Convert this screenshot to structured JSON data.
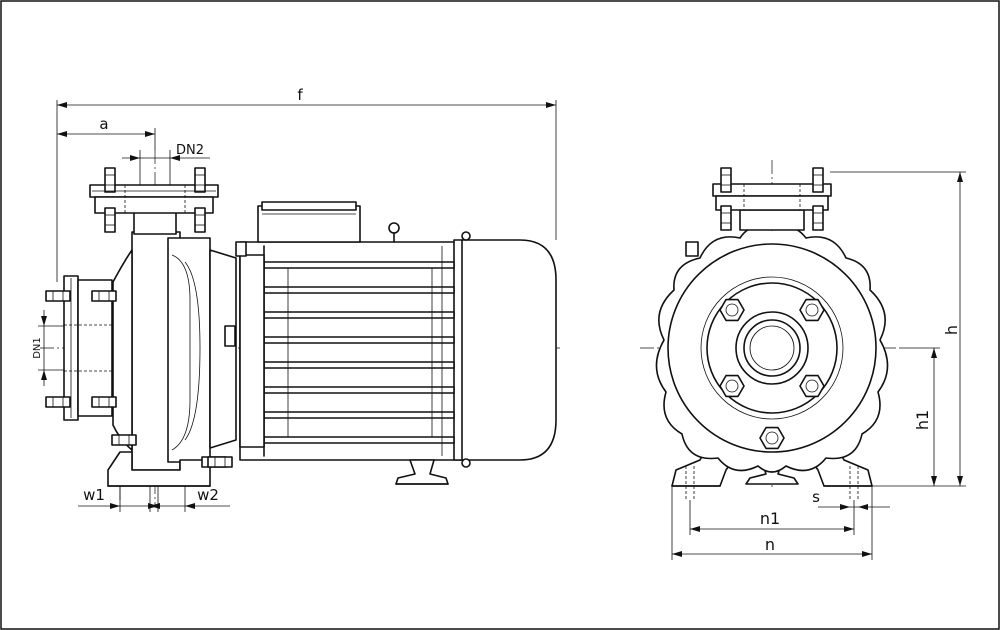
{
  "labels": {
    "f": "f",
    "a": "a",
    "dn2": "DN2",
    "dn1": "DN1",
    "w1": "w1",
    "w2": "w2",
    "h": "h",
    "h1": "h1",
    "n1": "n1",
    "n": "n",
    "s": "s"
  }
}
